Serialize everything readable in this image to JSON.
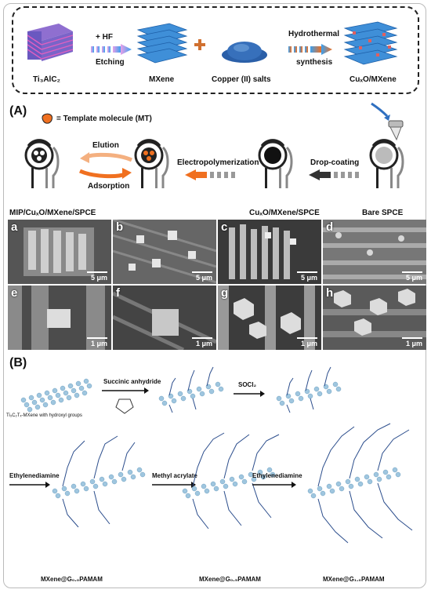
{
  "synthesis": {
    "precursor": "Ti₃AlC₂",
    "etch_reagent": "+ HF",
    "etch_step": "Etching",
    "mxene": "MXene",
    "copper": "Copper (II) salts",
    "hydro_line1": "Hydrothermal",
    "hydro_line2": "synthesis",
    "product": "CuₓO/MXene"
  },
  "panel_a": {
    "label": "(A)",
    "legend": "= Template molecule  (MT)",
    "elution": "Elution",
    "adsorption": "Adsorption",
    "electropolymerization": "Electropolymerization",
    "drop_coating": "Drop-coating",
    "col_labels": [
      "MIP/CuₓO/MXene/SPCE",
      "CuₓO/MXene/SPCE",
      "Bare SPCE"
    ],
    "tiles": [
      {
        "letter": "a",
        "scale": "5 μm"
      },
      {
        "letter": "b",
        "scale": "5 μm"
      },
      {
        "letter": "c",
        "scale": "5 μm"
      },
      {
        "letter": "d",
        "scale": "5 μm"
      },
      {
        "letter": "e",
        "scale": "1 μm"
      },
      {
        "letter": "f",
        "scale": "1 μm"
      },
      {
        "letter": "g",
        "scale": "1 μm"
      },
      {
        "letter": "h",
        "scale": "1 μm"
      }
    ]
  },
  "panel_b": {
    "label": "(B)",
    "start_caption": "Ti₃C₂Tₓ-MXene with hydroxyl groups",
    "succinic": "Succinic anhydride",
    "socl2": "SOCl₂",
    "ethylenediamine_1": "Ethylenediamine",
    "methyl_acrylate": "Methyl acrylate",
    "ethylenediamine_2": "Ethylenediamine",
    "products": [
      "MXene@G₀.₀PAMAM",
      "MXene@G₀.₅PAMAM",
      "MXene@G₁.₀PAMAM"
    ]
  },
  "colors": {
    "arrow_orange": "#f07020",
    "arrow_dark": "#333333",
    "mxene_blue": "#3f8fd8",
    "layer_pink": "#e060c0",
    "copper_blue": "#2a5fa8",
    "sphere": "#9fc6df",
    "chain": "#2b4d8c"
  }
}
